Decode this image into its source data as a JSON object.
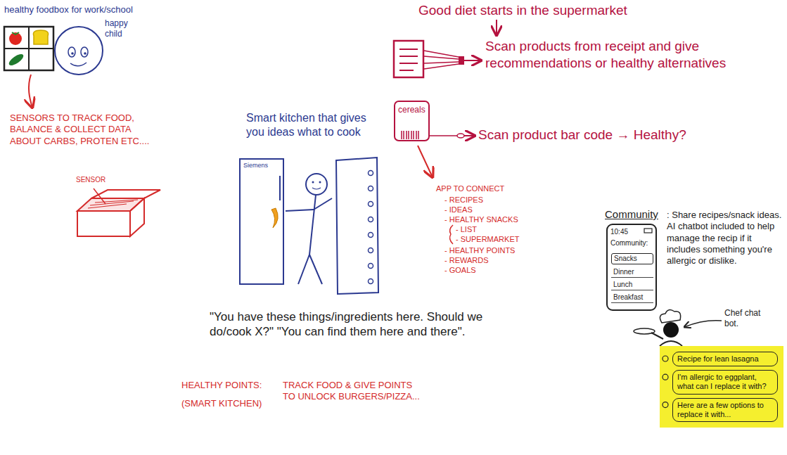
{
  "diagram": {
    "nodes": [
      {
        "text": [
          "Siemens"
        ]
      },
      {
        "text": [
          "cereals"
        ]
      },
      {
        "text": [
          "10:45",
          "Community:"
        ]
      },
      {
        "text": [
          "Snacks"
        ],
        "in": 2
      },
      {
        "text": [
          "Dinner"
        ],
        "in": 2
      },
      {
        "text": [
          "Lunch"
        ],
        "in": 2
      },
      {
        "text": [
          "Breakfast"
        ],
        "in": 2
      },
      {
        "text": [
          "Recipe for lean lasagna"
        ]
      },
      {
        "text": [
          "I'm allergic to eggplant, what can I replace it with?"
        ]
      },
      {
        "text": [
          "Here are a few options to replace it with..."
        ]
      }
    ],
    "labels": [
      "healthy foodbox for work/school",
      "happy child",
      "SENSORS TO TRACK FOOD, BALANCE & COLLECT DATA ABOUT CARBS, PROTEN ETC....",
      "SENSOR",
      "Smart kitchen that gives you ideas what to cook",
      "\"You have these things/ingredients here. Should we do/cook X?\" \"You can find them here and there\".",
      "HEALTHY POINTS:",
      "(SMART KITCHEN)",
      "TRACK FOOD & GIVE POINTS TO UNLOCK BURGERS/PIZZA...",
      "Good diet starts in the supermarket",
      "Scan products from receipt and give recommendations or healthy alternatives",
      "Scan product bar code → Healthy?",
      "APP TO CONNECT",
      "- RECIPES",
      "- IDEAS",
      "- HEALTHY SNACKS",
      "- LIST",
      "- SUPERMARKET",
      "- HEALTHY POINTS",
      "- REWARDS",
      "- GOALS",
      "Community",
      ": Share recipes/snack ideas. AI chatbot included to help manage the recip if it includes something you're allergic or dislike.",
      "Chef chat bot."
    ]
  }
}
